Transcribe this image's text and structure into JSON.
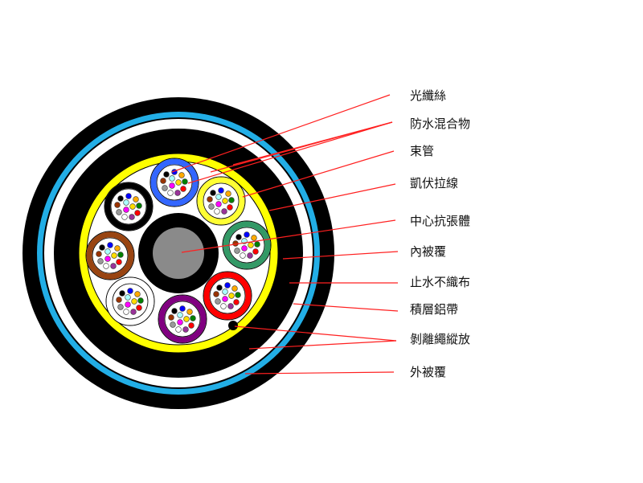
{
  "labels": {
    "fiber": "光纖絲",
    "water_blocking_compound": "防水混合物",
    "loose_tube": "束管",
    "kevlar_yarn": "凱伏拉線",
    "central_strength_member": "中心抗張體",
    "inner_sheath": "內被覆",
    "water_blocking_tape": "止水不織布",
    "laminated_aluminum_tape": "積層鋁帶",
    "ripcord": "剝離繩縱放",
    "outer_sheath": "外被覆"
  },
  "colors": {
    "leader_line": "#ff2020",
    "outer_jacket": "#000000",
    "aluminum_tape": "#22aee6",
    "kevlar": "#ffff00",
    "strength_member": "#8a8a8a"
  },
  "tube_colors": [
    "#3366ff",
    "#ffff33",
    "#339966",
    "#ff0000",
    "#800080",
    "#ffffff",
    "#994411",
    "#000000"
  ],
  "fiber_colors": [
    "#0000ff",
    "#ffaa00",
    "#008000",
    "#ff0000",
    "#993399",
    "#ffffff",
    "#999999",
    "#993300",
    "#000000",
    "#aaffff",
    "#ffdd00",
    "#ff00ff"
  ]
}
